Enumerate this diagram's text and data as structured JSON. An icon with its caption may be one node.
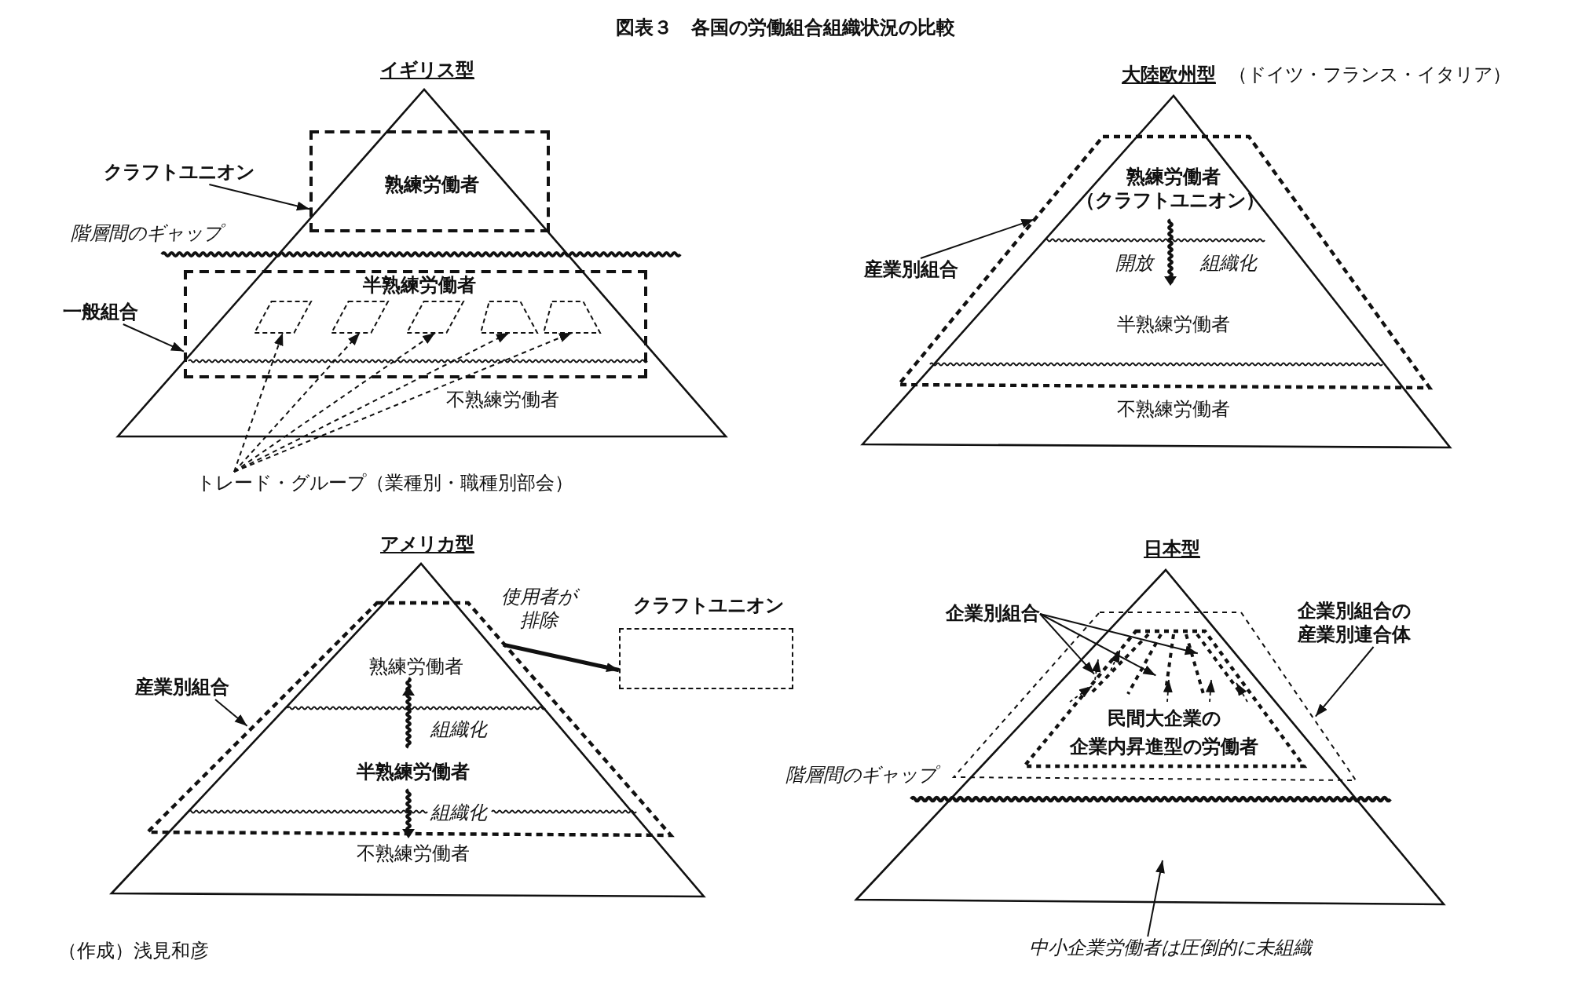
{
  "diagram": {
    "title": "図表３　各国の労働組合組織状況の比較",
    "caption": "（作成）浅見和彦",
    "nodes": [
      {
        "text": [
          "熟練労働者"
        ]
      },
      {
        "text": [
          "クラフトユニオン"
        ]
      },
      {
        "text": [
          "半熟練労働者"
        ]
      },
      {
        "text": [],
        "shape": "trapezoid",
        "in": 2
      },
      {
        "text": [],
        "shape": "trapezoid",
        "in": 2
      },
      {
        "text": [],
        "shape": "trapezoid",
        "in": 2
      },
      {
        "text": [],
        "shape": "trapezoid",
        "in": 2
      },
      {
        "text": [],
        "shape": "trapezoid",
        "in": 2
      },
      {
        "text": [
          "一般組合"
        ]
      },
      {
        "text": [
          "トレード・グループ（業種別・職種別部会）"
        ]
      },
      {
        "text": [
          "熟練労働者",
          "（クラフトユニオン）",
          "半熟練労働者"
        ]
      },
      {
        "text": [
          "産業別組合"
        ]
      },
      {
        "text": [
          "熟練労働者",
          "半熟練労働者"
        ]
      },
      {
        "text": [
          "産業別組合"
        ]
      },
      {
        "text": [
          "クラフトユニオン"
        ]
      },
      {
        "text": [],
        "shape": "trapezoid"
      },
      {
        "text": [
          "民間大企業の",
          "企業内昇進型の労働者"
        ],
        "in": 15
      },
      {
        "text": [
          "企業別組合"
        ]
      },
      {
        "text": [
          "企業別組合の産業別連合体"
        ]
      },
      {
        "text": [
          "中小企業労働者は圧倒的に未組織"
        ]
      }
    ],
    "edges": [
      {
        "from": 1,
        "to": 0,
        "arrow": "to"
      },
      {
        "from": 8,
        "to": 2,
        "arrow": "to"
      },
      {
        "from": 9,
        "to": 3,
        "arrow": "to",
        "style": "dashed"
      },
      {
        "from": 9,
        "to": 4,
        "arrow": "to",
        "style": "dashed"
      },
      {
        "from": 9,
        "to": 5,
        "arrow": "to",
        "style": "dashed"
      },
      {
        "from": 9,
        "to": 6,
        "arrow": "to",
        "style": "dashed"
      },
      {
        "from": 9,
        "to": 7,
        "arrow": "to",
        "style": "dashed"
      },
      {
        "from": 11,
        "to": 10,
        "arrow": "to"
      },
      {
        "from": 13,
        "to": 12,
        "arrow": "to"
      },
      {
        "from": 12,
        "to": 14,
        "arrow": "to",
        "style": "thick",
        "label": "使用者が排除"
      },
      {
        "from": 17,
        "to": 16,
        "arrow": "to"
      },
      {
        "from": 17,
        "to": 16,
        "arrow": "to"
      },
      {
        "from": 17,
        "to": 16,
        "arrow": "to"
      },
      {
        "from": 18,
        "to": 15,
        "arrow": "to"
      },
      {
        "from": 19,
        "to": null,
        "arrow": "to"
      }
    ],
    "labels": [
      "イギリス型",
      "階層間のギャップ",
      "不熟練労働者",
      "大陸欧州型",
      "（ドイツ・フランス・イタリア）",
      "開放",
      "組織化",
      "不熟練労働者",
      "アメリカ型",
      "組織化",
      "組織化",
      "不熟練労働者",
      "日本型",
      "階層間のギャップ"
    ]
  }
}
